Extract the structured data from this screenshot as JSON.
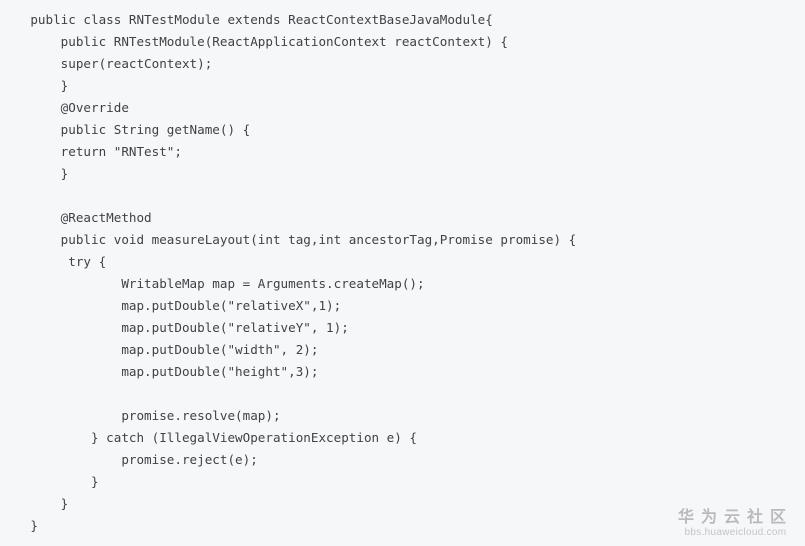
{
  "code": {
    "lines": [
      "    public class RNTestModule extends ReactContextBaseJavaModule{",
      "        public RNTestModule(ReactApplicationContext reactContext) {",
      "        super(reactContext);",
      "        }",
      "        @Override",
      "        public String getName() {",
      "        return \"RNTest\";",
      "        }",
      "",
      "        @ReactMethod",
      "        public void measureLayout(int tag,int ancestorTag,Promise promise) {",
      "         try {",
      "                WritableMap map = Arguments.createMap();",
      "                map.putDouble(\"relativeX\",1);",
      "                map.putDouble(\"relativeY\", 1);",
      "                map.putDouble(\"width\", 2);",
      "                map.putDouble(\"height\",3);",
      "",
      "                promise.resolve(map);",
      "            } catch (IllegalViewOperationException e) {",
      "                promise.reject(e);",
      "            }",
      "        }",
      "    }"
    ]
  },
  "watermark": {
    "brand": "华为云社区",
    "url": "bbs.huaweicloud.com"
  }
}
